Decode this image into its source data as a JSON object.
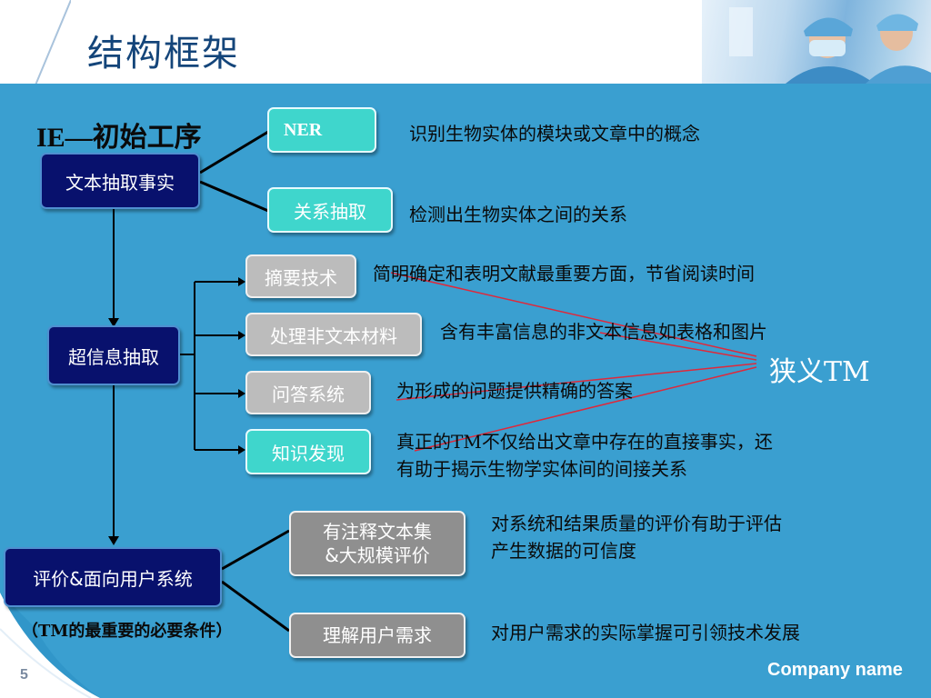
{
  "slide": {
    "title": "结构框架",
    "page_number": "5",
    "company": "Company name"
  },
  "stage_ie": {
    "heading": "IE—初始工序",
    "root": "文本抽取事实",
    "children": [
      {
        "label": "NER",
        "desc": "识别生物实体的模块或文章中的概念"
      },
      {
        "label": "关系抽取",
        "desc": "检测出生物实体之间的关系"
      }
    ]
  },
  "stage_super": {
    "root": "超信息抽取",
    "children": [
      {
        "label": "摘要技术",
        "desc": "简明确定和表明文献最重要方面，节省阅读时间"
      },
      {
        "label": "处理非文本材料",
        "desc": "含有丰富信息的非文本信息如表格和图片"
      },
      {
        "label": "问答系统",
        "desc": "为形成的问题提供精确的答案"
      },
      {
        "label": "知识发现",
        "desc_line1": "真正的TM不仅给出文章中存在的直接事实，还",
        "desc_line2": "有助于揭示生物学实体间的间接关系"
      }
    ]
  },
  "stage_eval": {
    "root": "评价&面向用户系统",
    "note": "（TM的最重要的必要条件）",
    "children": [
      {
        "label_line1": "有注释文本集",
        "label_line2": "&大规模评价",
        "desc_line1": "对系统和结果质量的评价有助于评估",
        "desc_line2": "产生数据的可信度"
      },
      {
        "label": "理解用户需求",
        "desc": "对用户需求的实际掌握可引领技术发展"
      }
    ]
  },
  "annotation": {
    "label": "狭义TM"
  },
  "colors": {
    "background_blue": "#3196c9",
    "navy_box": "#08116d",
    "teal_box": "#3fd6cc",
    "gray_box": "#bcbcbc",
    "annotation_line": "#e0283a"
  }
}
